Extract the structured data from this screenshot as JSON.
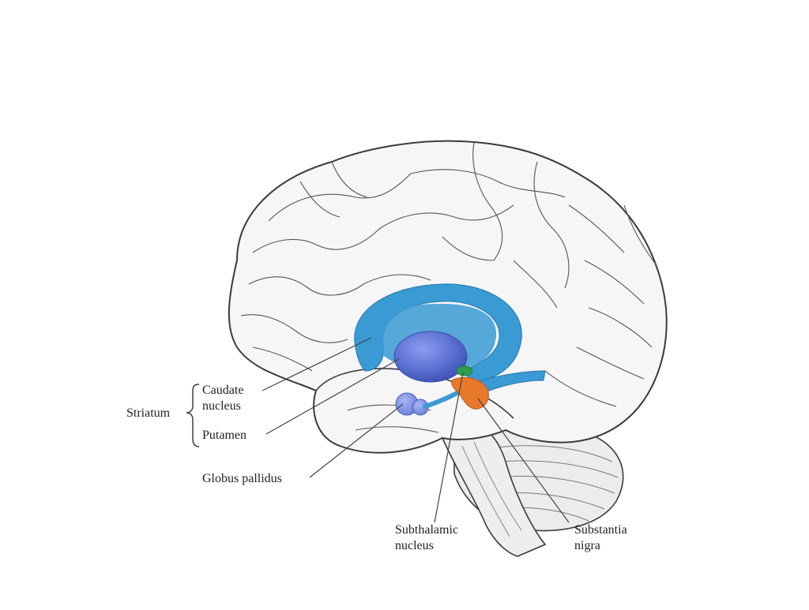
{
  "diagram": {
    "labels": {
      "striatum": "Striatum",
      "caudate_line1": "Caudate",
      "caudate_line2": "nucleus",
      "putamen": "Putamen",
      "globus_pallidus": "Globus pallidus",
      "subthalamic_line1": "Subthalamic",
      "subthalamic_line2": "nucleus",
      "substantia_line1": "Substantia",
      "substantia_line2": "nigra"
    },
    "colors": {
      "caudate": "#3a9ad4",
      "putamen": "#5a6fd0",
      "globus_pallidus": "#7b8ee0",
      "subthalamic": "#2e9e4f",
      "substantia_nigra": "#e8782a",
      "outline": "#3b3b3b",
      "brain_fill": "#f6f6f6"
    }
  }
}
